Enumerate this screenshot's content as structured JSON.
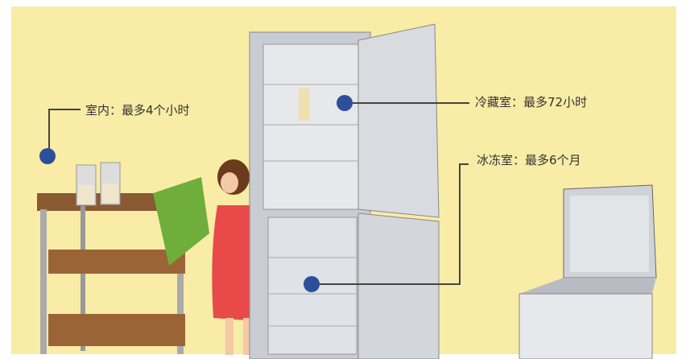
{
  "labels": {
    "room": "室内：最多4个小时",
    "fridge": "冷藏室：最多72小时",
    "freezer": "冰冻室：最多6个月"
  },
  "colors": {
    "background": "#f8eca6",
    "marker": "#2d4f9a",
    "dress": "#e84a4a"
  }
}
